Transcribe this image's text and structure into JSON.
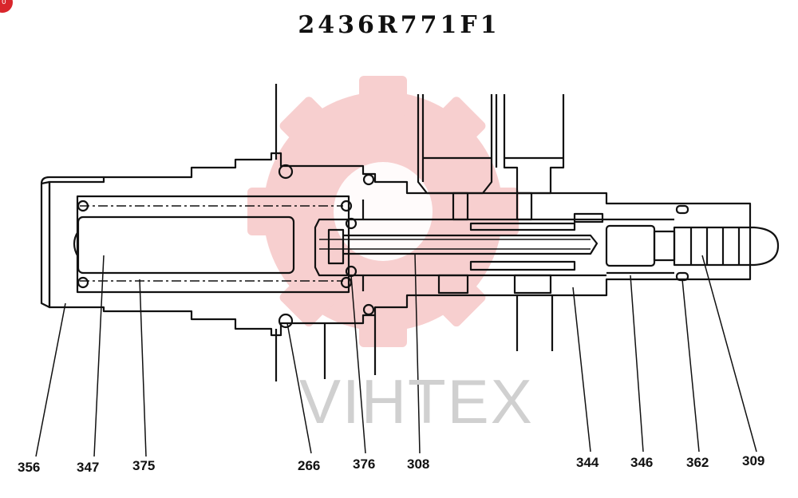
{
  "title": "2436R771F1",
  "watermark": "VIHTEX",
  "badge": "0",
  "colors": {
    "watermark_gear": "#f6c7c7",
    "watermark_text": "#d0d0d0",
    "badge": "#d9262c",
    "line": "#111111"
  },
  "labels": [
    "356",
    "347",
    "375",
    "266",
    "376",
    "308",
    "344",
    "346",
    "362",
    "309"
  ]
}
